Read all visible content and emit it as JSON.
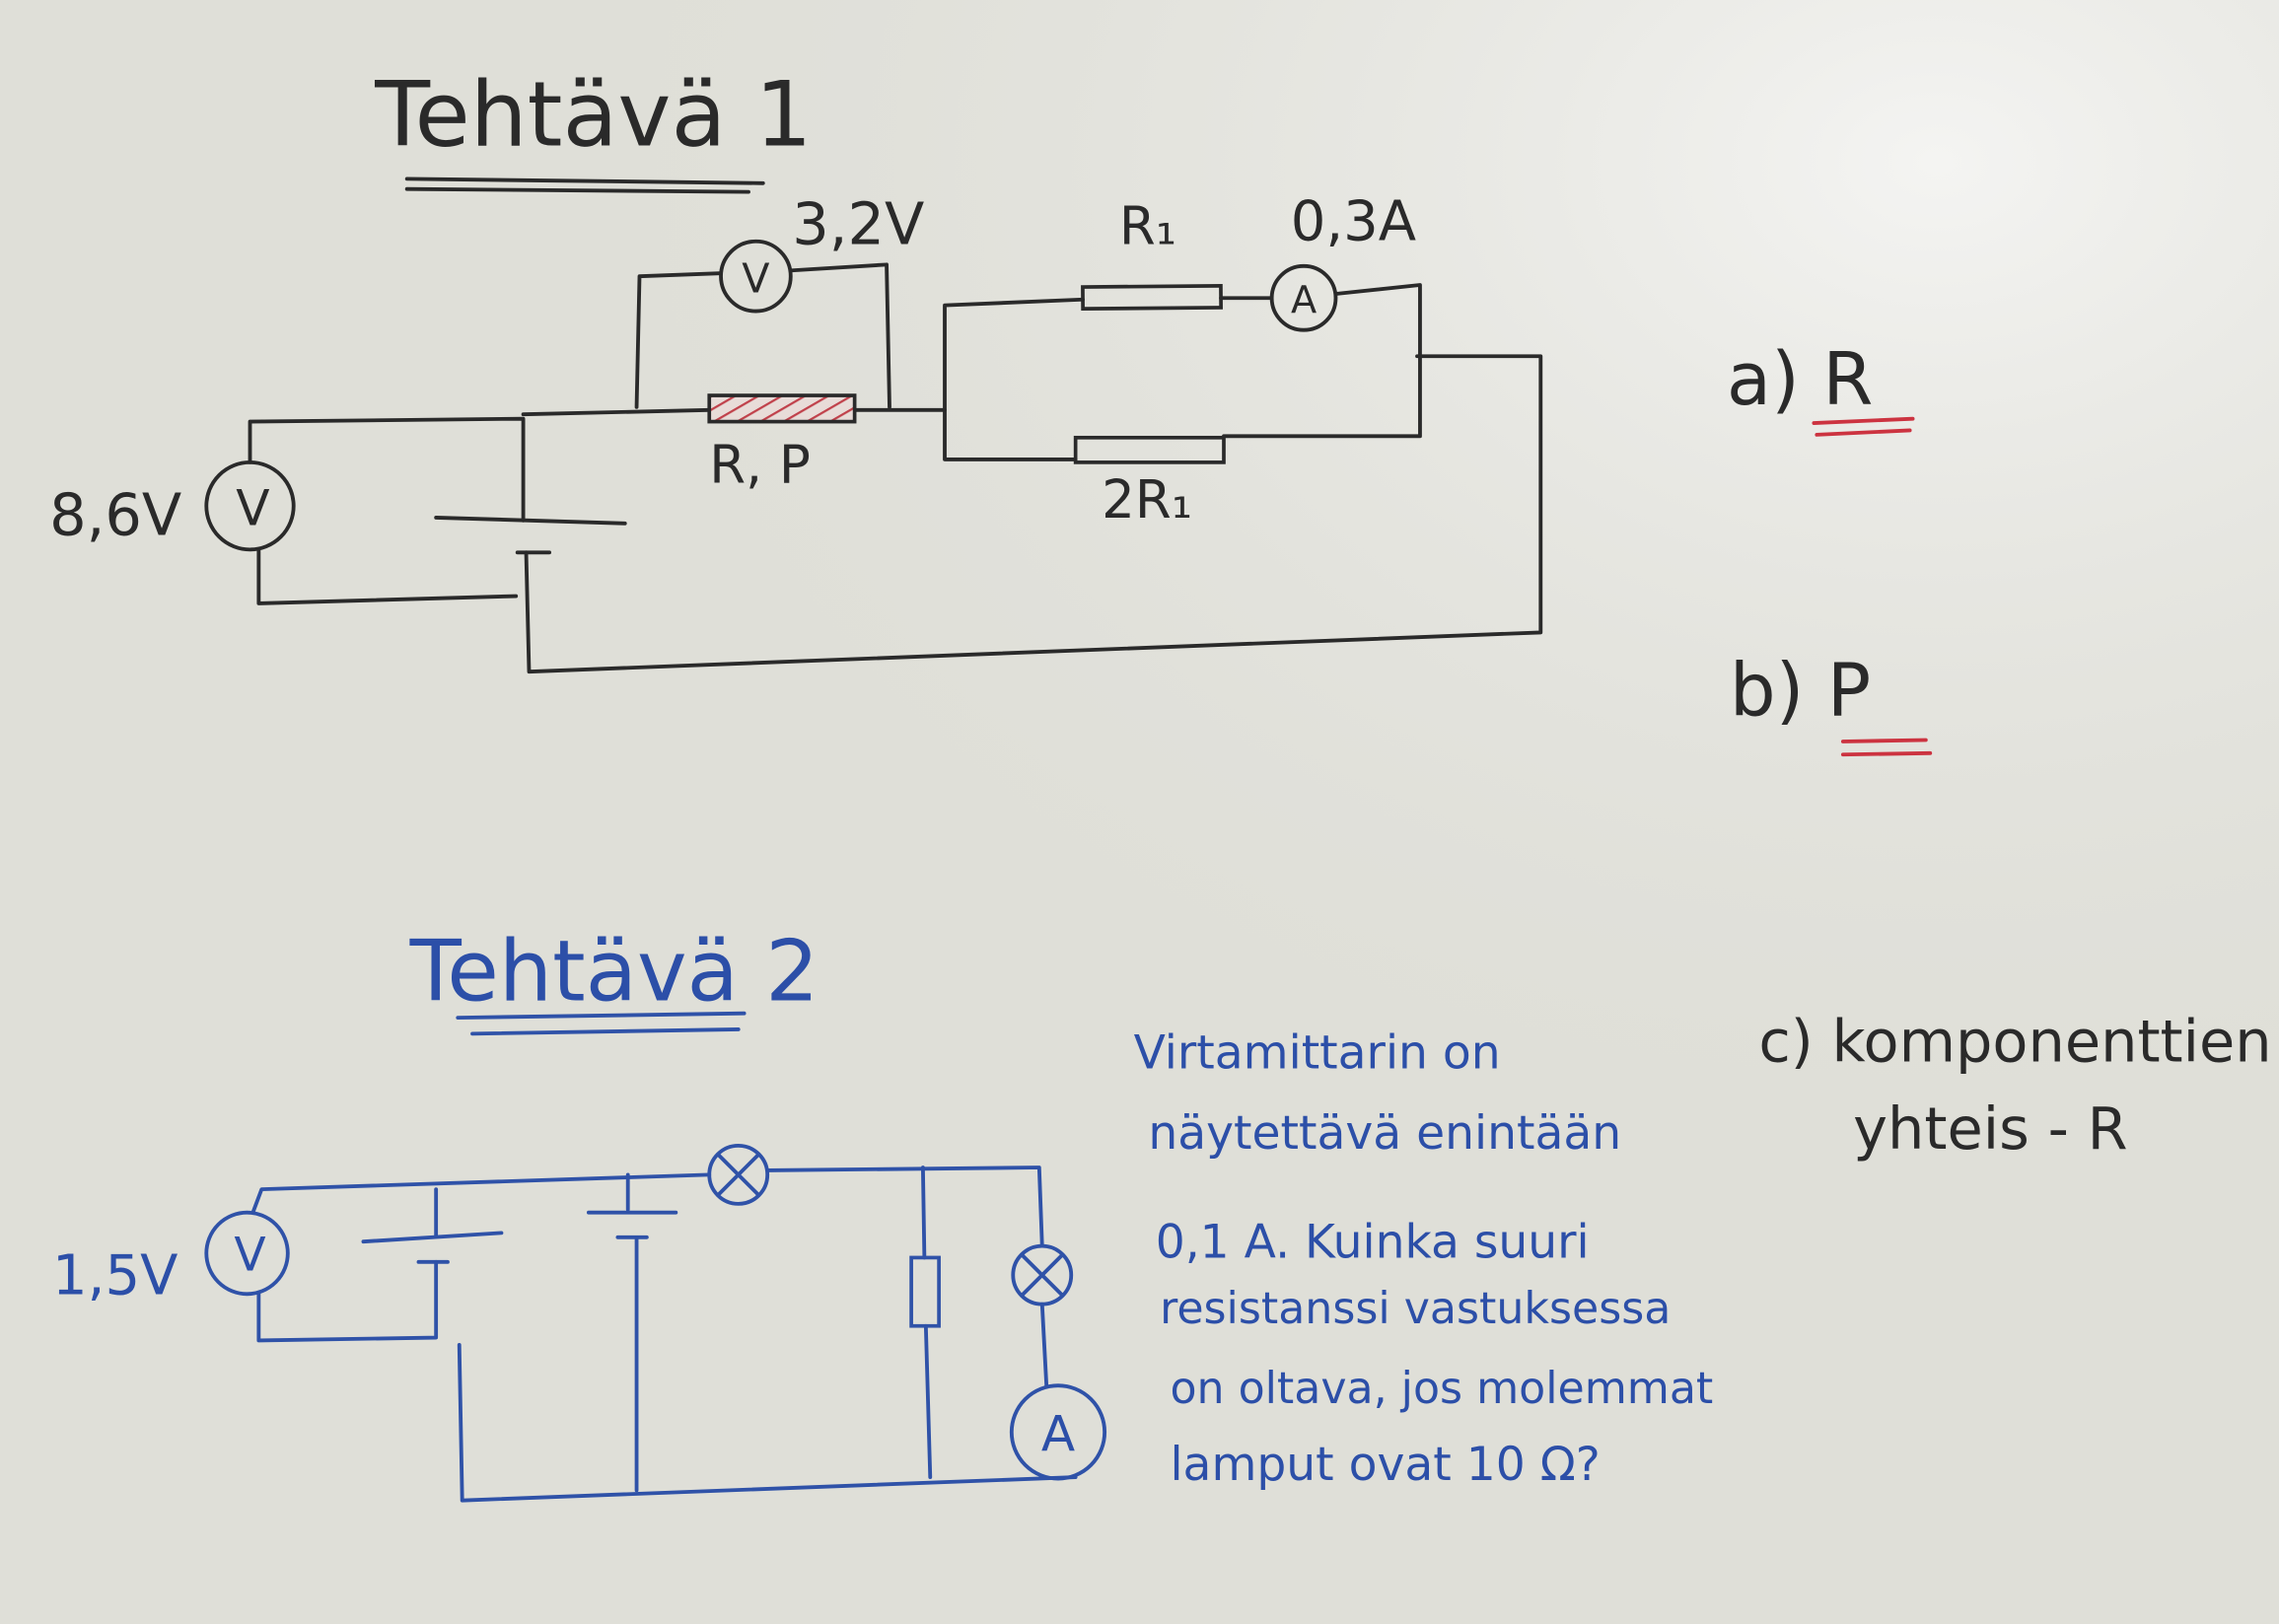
{
  "colors": {
    "board": "#e4e4de",
    "black_marker": "#2a2a2a",
    "blue_marker": "#2c4fa8",
    "red_marker": "#cc3340"
  },
  "task1": {
    "title": "Tehtävä 1",
    "voltmeter_source_label": "8,6V",
    "voltmeter_source_symbol": "V",
    "voltmeter_resistor_label": "3,2V",
    "voltmeter_resistor_symbol": "V",
    "resistor_label": "R, P",
    "r1_label": "R₁",
    "r2_label": "2R₁",
    "ammeter_label": "0,3A",
    "ammeter_symbol": "A",
    "question_a": "a) R",
    "question_b": "b) P",
    "question_c_line1": "c) komponenttien",
    "question_c_line2": "yhteis - R"
  },
  "task2": {
    "title": "Tehtävä 2",
    "voltmeter_label": "1,5V",
    "voltmeter_symbol": "V",
    "ammeter_symbol": "A",
    "question_lines": [
      "Virtamittarin on",
      "näytettävä enintään",
      "0,1 A. Kuinka suuri",
      "resistanssi vastuksessa",
      "on oltava, jos molemmat",
      "lamput ovat 10 Ω?"
    ]
  }
}
